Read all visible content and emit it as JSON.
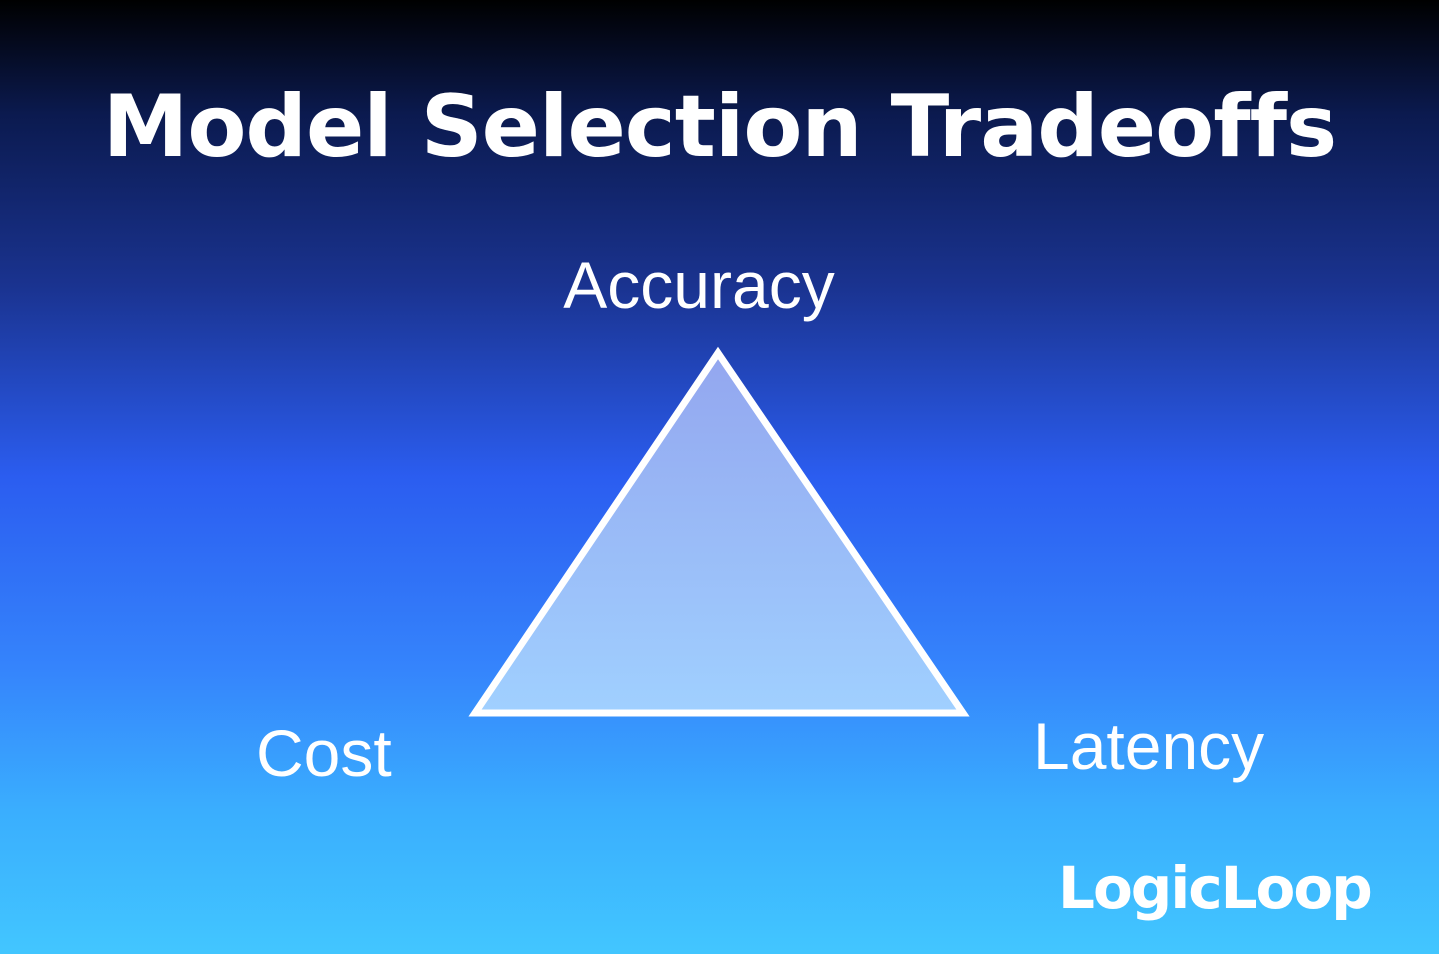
{
  "slide": {
    "title": "Model Selection Tradeoffs"
  },
  "diagram": {
    "type": "triangle",
    "vertices": {
      "top": "Accuracy",
      "bottom_left": "Cost",
      "bottom_right": "Latency"
    }
  },
  "brand": {
    "logo_text": "LogicLoop"
  },
  "colors": {
    "text": "#ffffff",
    "triangle_stroke": "#ffffff",
    "triangle_fill_top": "#93a6ef",
    "triangle_fill_bottom": "#a0d0ff",
    "background_top": "#000000",
    "background_mid": "#2b5df0",
    "background_bottom": "#42c6ff"
  }
}
